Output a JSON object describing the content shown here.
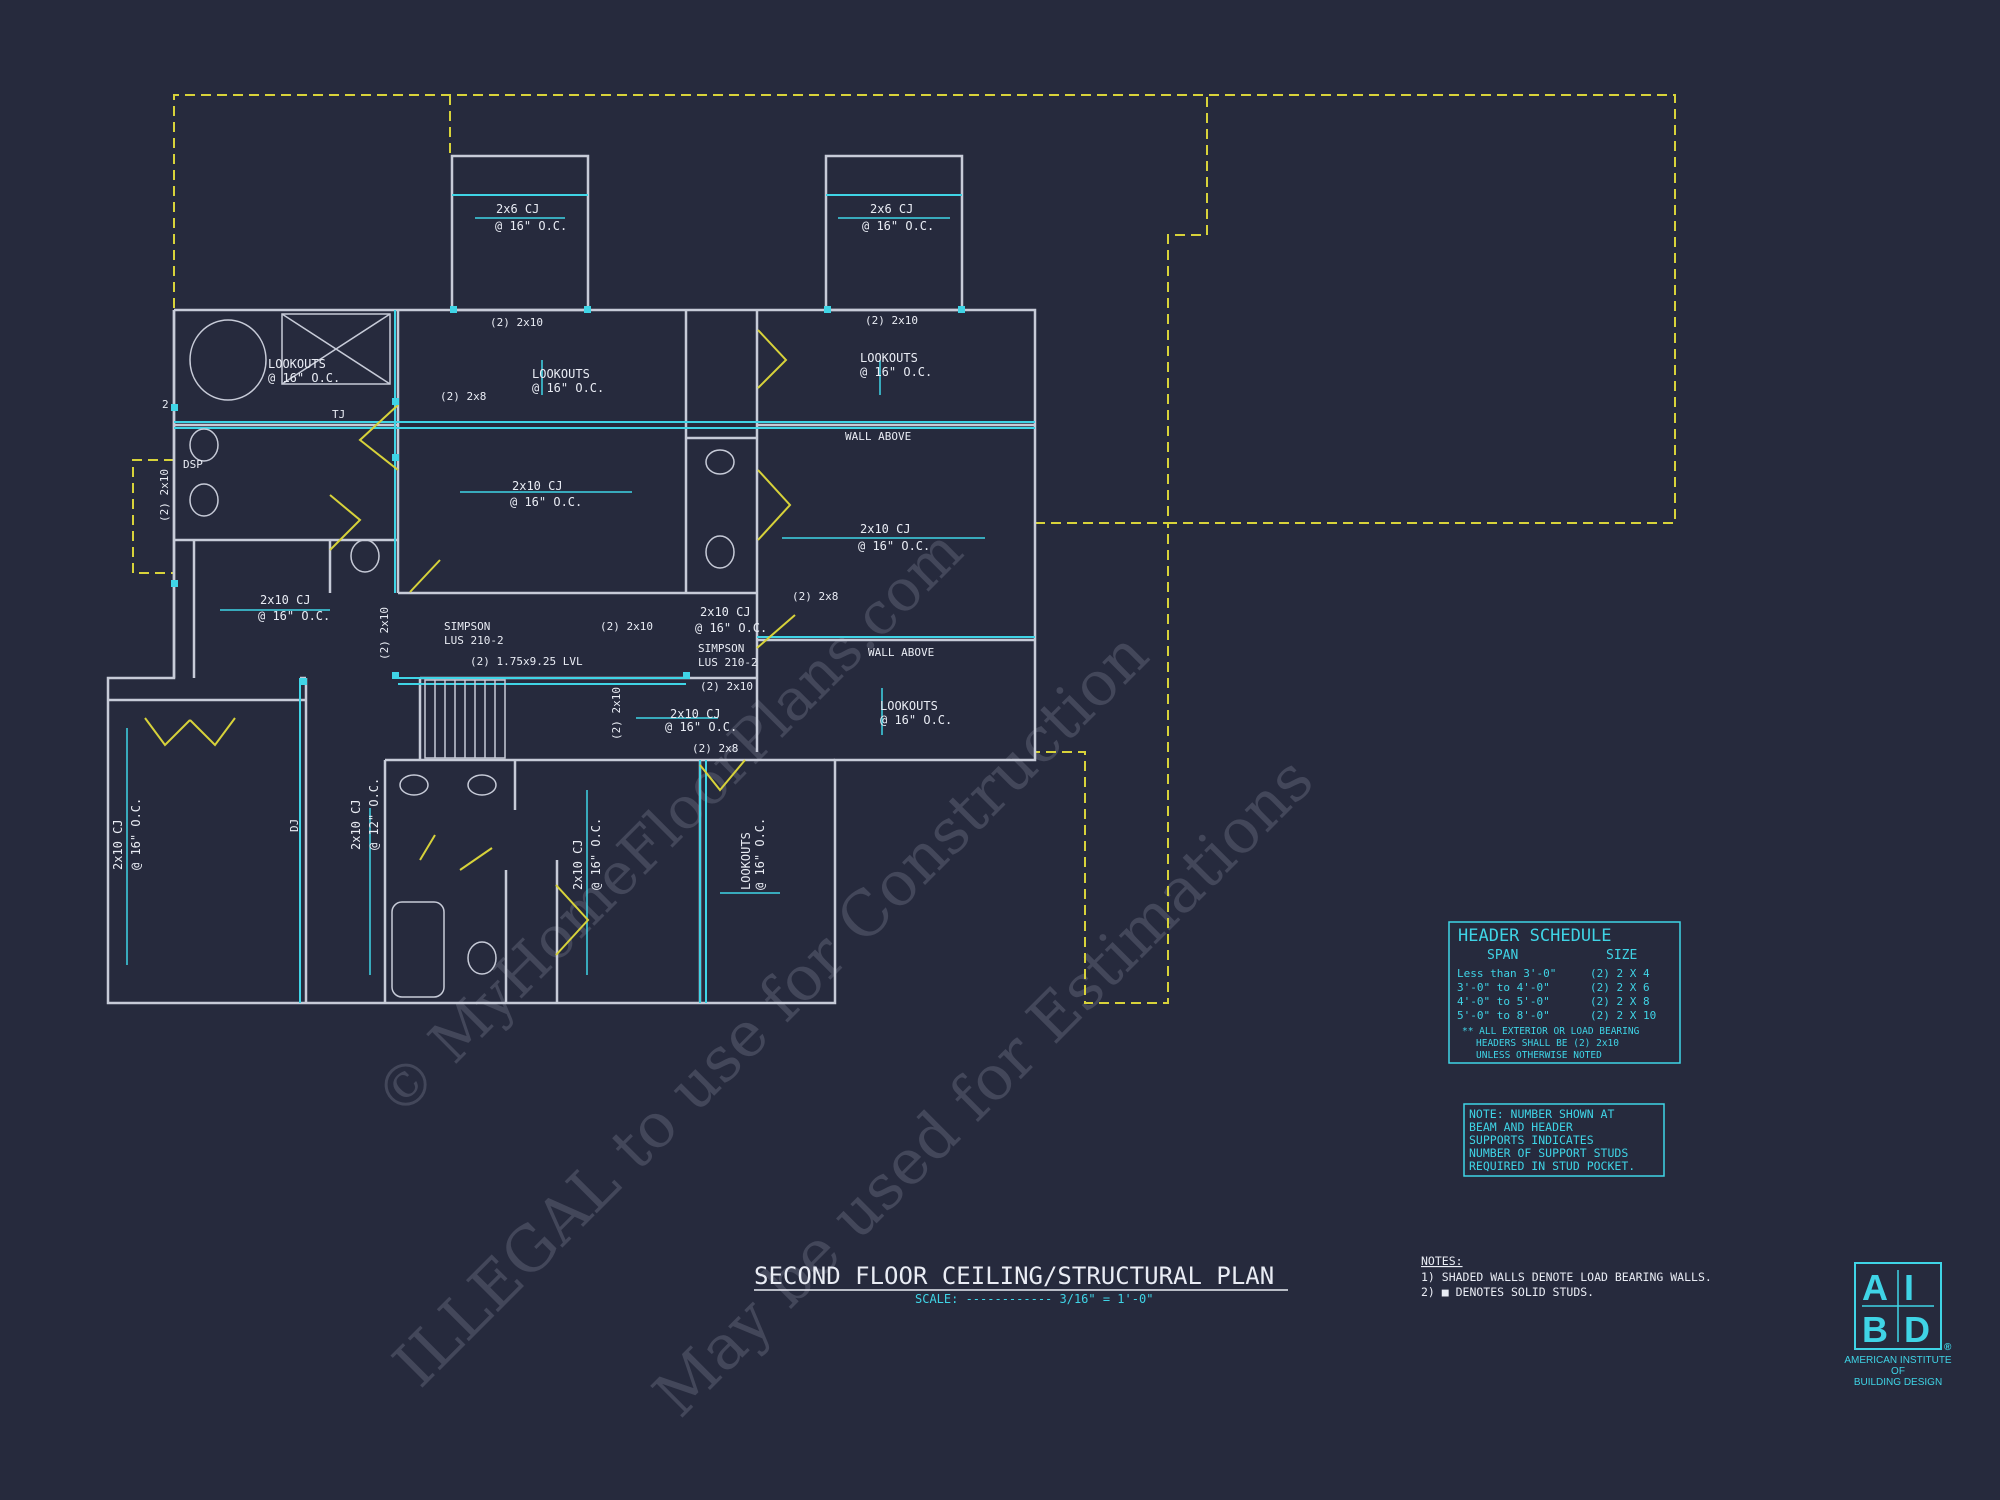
{
  "title": "SECOND FLOOR CEILING/STRUCTURAL PLAN",
  "scale_label": "SCALE: ------------ 3/16\" = 1'-0\"",
  "watermark": {
    "line1": "© MyHomeFloorPlans.com",
    "line2": "ILLEGAL to use for Construction",
    "line3": "May be used for Estimations"
  },
  "rooms": {
    "cj_bay_left": [
      "2x6 CJ",
      "@ 16\" O.C."
    ],
    "cj_bay_right": [
      "2x6 CJ",
      "@ 16\" O.C."
    ],
    "bath_lookouts": [
      "LOOKOUTS",
      "@ 16\" O.C."
    ],
    "mid_lookouts": [
      "LOOKOUTS",
      "@ 16\" O.C."
    ],
    "right_lookouts": [
      "LOOKOUTS",
      "@ 16\" O.C."
    ],
    "center_cj": [
      "2x10 CJ",
      "@ 16\" O.C."
    ],
    "right_cj": [
      "2x10 CJ",
      "@ 16\" O.C."
    ],
    "left_cj": [
      "2x10 CJ",
      "@ 16\" O.C."
    ],
    "stair_cj": [
      "2x10 CJ",
      "@ 16\" O.C."
    ],
    "small_cj": [
      "2x10 CJ",
      "@ 16\" O.C."
    ],
    "lower_right_lookouts": [
      "LOOKOUTS",
      "@ 16\" O.C."
    ],
    "lower_left_cj": [
      "2x10 CJ",
      "@ 16\" O.C."
    ],
    "lower_mid_cj": [
      "2x10 CJ",
      "@ 12\" O.C."
    ],
    "lower_cj3": [
      "2x10 CJ",
      "@ 16\" O.C."
    ],
    "bottom_right_lookouts": [
      "LOOKOUTS",
      "@ 16\" O.C."
    ]
  },
  "labels": {
    "header1": "(2) 2x10",
    "header2": "(2) 2x10",
    "header3": "(2) 2x8",
    "header4": "(2) 2x10",
    "header5": "(2) 2x10",
    "header6": "(2) 2x10",
    "header7": "(2) 2x8",
    "header8": "(2) 2x10",
    "header9": "(2) 2x10",
    "header10": "(2) 2x8",
    "lvl": "(2) 1.75x9.25 LVL",
    "simpson1": [
      "SIMPSON",
      "LUS 210-2"
    ],
    "simpson2": [
      "SIMPSON",
      "LUS 210-2"
    ],
    "wall_above1": "WALL ABOVE",
    "wall_above2": "WALL ABOVE",
    "tj": "TJ",
    "dj": "DJ",
    "dsp": "DSP",
    "studs": "2"
  },
  "header_schedule": {
    "title": "HEADER SCHEDULE",
    "col_span": "SPAN",
    "col_size": "SIZE",
    "rows": [
      [
        "Less than 3'-0\"",
        "(2) 2 X 4"
      ],
      [
        "3'-0\" to 4'-0\"",
        "(2) 2 X 6"
      ],
      [
        "4'-0\" to 5'-0\"",
        "(2) 2 X 8"
      ],
      [
        "5'-0\" to 8'-0\"",
        "(2) 2 X 10"
      ]
    ],
    "footnote": [
      "** ALL EXTERIOR OR LOAD BEARING",
      "HEADERS SHALL BE (2) 2x10",
      "UNLESS OTHERWISE NOTED"
    ]
  },
  "stud_note": [
    "NOTE: NUMBER SHOWN AT",
    "BEAM AND HEADER",
    "SUPPORTS INDICATES",
    "NUMBER OF SUPPORT STUDS",
    "REQUIRED IN STUD POCKET."
  ],
  "notes": {
    "heading": "NOTES:",
    "items": [
      "1) SHADED WALLS DENOTE LOAD BEARING WALLS.",
      "2) ■ DENOTES SOLID STUDS."
    ]
  },
  "logo": {
    "letters": [
      "A",
      "I",
      "B",
      "D"
    ],
    "caption": [
      "AMERICAN INSTITUTE",
      "OF",
      "BUILDING DESIGN"
    ],
    "registered": "®"
  },
  "colors": {
    "background": "#262a3d",
    "wall": "#c7cbd8",
    "cyan": "#3fd4e6",
    "yellow": "#d7d23a"
  }
}
